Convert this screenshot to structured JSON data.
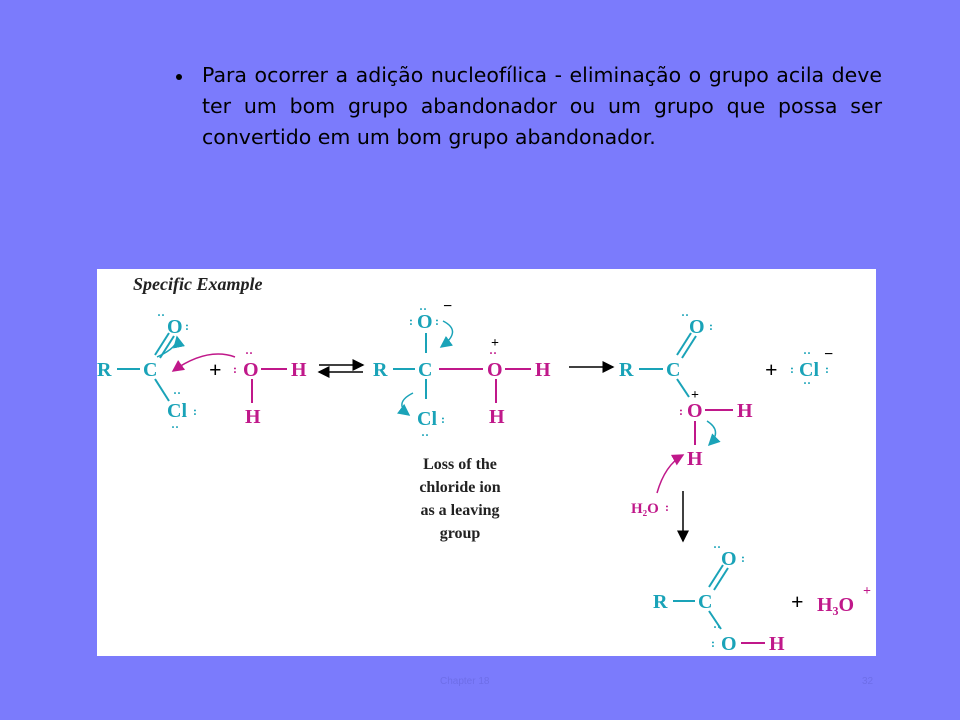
{
  "slide": {
    "bullet_text": "Para ocorrer a adição nucleofílica - eliminação o grupo acila deve ter um bom grupo abandonador ou um grupo que possa ser convertido em um bom grupo abandonador.",
    "footer_left": "Chapter 18",
    "footer_right": "32"
  },
  "diagram": {
    "heading": "Specific Example",
    "atoms": {
      "r": "R",
      "c": "C",
      "o": "O",
      "cl": "Cl",
      "h": "H",
      "h2o": "H₂O",
      "h3o": "H₃O"
    },
    "charges": {
      "minus": "−",
      "plus": "+"
    },
    "caption": [
      "Loss of the",
      "chloride ion",
      "as a leaving",
      "group"
    ],
    "colors": {
      "teal": "#1aa3b8",
      "magenta": "#c0188a",
      "black": "#000000"
    }
  }
}
